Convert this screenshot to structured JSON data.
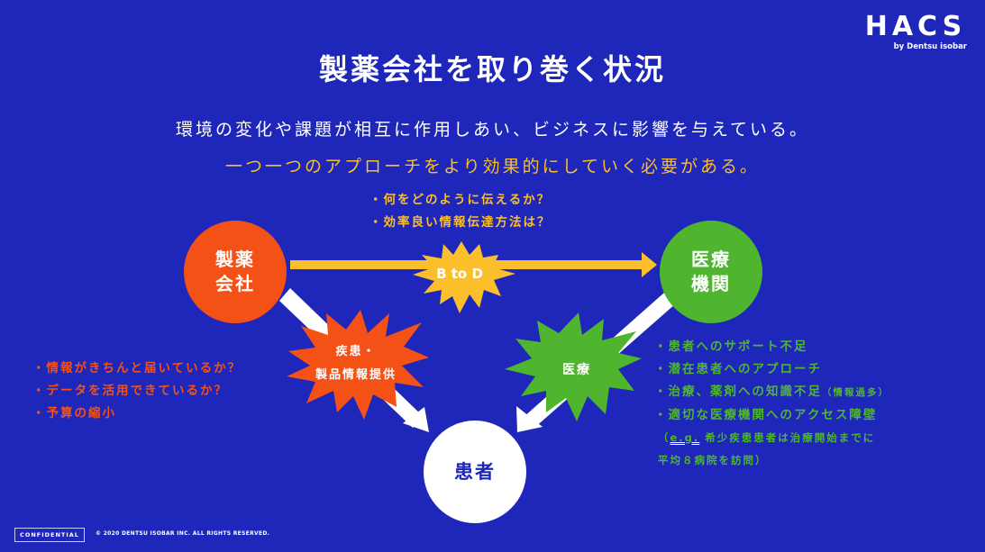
{
  "brand": {
    "logo": "HACS",
    "logo_sub": "by Dentsu isobar"
  },
  "slide": {
    "title": "製薬会社を取り巻く状況",
    "subtitle_1": "環境の変化や課題が相互に作用しあい、ビジネスに影響を与えている。",
    "subtitle_2": "一つ一つのアプローチをより効果的にしていく必要がある。"
  },
  "colors": {
    "background": "#1e27b9",
    "pharma": "#f45116",
    "medical": "#4fb52f",
    "b_to_d": "#fbbf2b",
    "patient": "#ffffff",
    "arrow_white": "#ffffff"
  },
  "nodes": {
    "pharma": {
      "line1": "製薬",
      "line2": "会社"
    },
    "medical": {
      "line1": "医療",
      "line2": "機関"
    },
    "patient": {
      "label": "患者"
    }
  },
  "bursts": {
    "b_to_d": {
      "label": "B to D"
    },
    "disease_info": {
      "line1": "疾患・",
      "line2": "製品情報提供"
    },
    "medical_care": {
      "label": "医療"
    }
  },
  "notes": {
    "top": [
      "・何をどのように伝えるか？",
      "・効率良い情報伝達方法は？"
    ],
    "left": [
      "・情報がきちんと届いているか？",
      "・データを活用できているか？",
      "・予算の縮小"
    ],
    "right": {
      "items": [
        "・患者へのサポート不足",
        "・潜在患者へのアプローチ"
      ],
      "item3_main": "・治療、薬剤への知識不足",
      "item3_small": "（情報過多）",
      "item4": "・適切な医療機関へのアクセス障壁",
      "example_open": "（",
      "example_eg": "e.g.",
      "example_text": " 希少疾患患者は治療開始までに",
      "example_line2": "平均８病院を訪問）"
    }
  },
  "footer": {
    "confidential": "CONFIDENTIAL",
    "copyright": "©  2020 DENTSU ISOBAR INC. ALL RIGHTS RESERVED."
  }
}
